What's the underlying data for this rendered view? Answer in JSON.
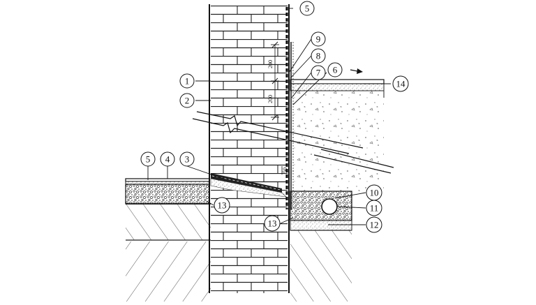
{
  "callouts": [
    {
      "id": "c1",
      "label": "1"
    },
    {
      "id": "c2",
      "label": "2"
    },
    {
      "id": "c3",
      "label": "3"
    },
    {
      "id": "c4",
      "label": "4"
    },
    {
      "id": "c5a",
      "label": "5"
    },
    {
      "id": "c5b",
      "label": "5"
    },
    {
      "id": "c6",
      "label": "6"
    },
    {
      "id": "c7",
      "label": "7"
    },
    {
      "id": "c8",
      "label": "8"
    },
    {
      "id": "c9",
      "label": "9"
    },
    {
      "id": "c10",
      "label": "10"
    },
    {
      "id": "c11",
      "label": "11"
    },
    {
      "id": "c12",
      "label": "12"
    },
    {
      "id": "c13a",
      "label": "13"
    },
    {
      "id": "c13b",
      "label": "13"
    },
    {
      "id": "c14",
      "label": "14"
    }
  ],
  "dimensions": {
    "upper": "200",
    "lower": "200",
    "small": "50"
  },
  "colors": {
    "line": "#111111",
    "hatch": "#444444",
    "background": "#ffffff"
  }
}
